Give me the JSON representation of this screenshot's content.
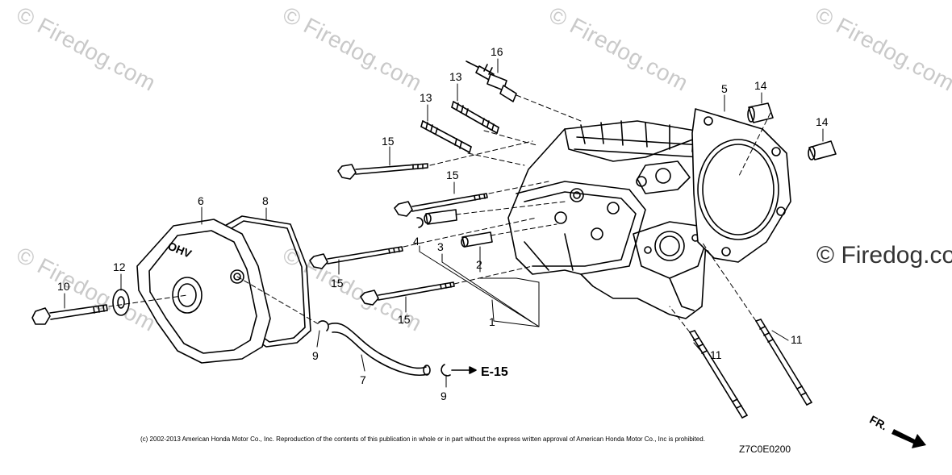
{
  "watermarks": {
    "text": "© Firedog.com",
    "side_text": "© Firedog.com"
  },
  "callouts": [
    "1",
    "2",
    "3",
    "4",
    "5",
    "6",
    "7",
    "8",
    "9",
    "10",
    "11",
    "12",
    "13",
    "14",
    "15",
    "16"
  ],
  "labels": {
    "p16": "16",
    "p13a": "13",
    "p13b": "13",
    "p15a": "15",
    "p15b": "15",
    "p15c": "15",
    "p15d": "15",
    "p5": "5",
    "p14a": "14",
    "p14b": "14",
    "p6": "6",
    "p8": "8",
    "p12": "12",
    "p10": "10",
    "p4": "4",
    "p3": "3",
    "p2": "2",
    "p1": "1",
    "p9a": "9",
    "p9b": "9",
    "p7": "7",
    "p11a": "11",
    "p11b": "11"
  },
  "reference": "E-15",
  "direction": "FR.",
  "cover_text": "OHV",
  "copyright": "(c) 2002-2013 American Honda Motor Co., Inc. Reproduction of the contents of this publication in whole or in part without the express written approval of American Honda Motor Co., Inc is prohibited.",
  "diagram_code": "Z7C0E0200"
}
